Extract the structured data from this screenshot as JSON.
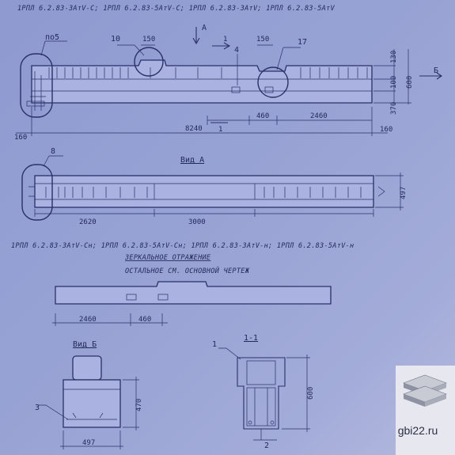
{
  "header_top": "1РПЛ 6.2.83-3АтV-С;   1РПЛ 6.2.83-5АтV-С;   1РПЛ 6.2.83-3АтV;   1РПЛ 6.2.83-5АтV",
  "elevation": {
    "callout_p5": "по5",
    "callout_10": "10",
    "callout_150_left": "150",
    "arrow_a": "А",
    "section_1_top": "1",
    "callout_4": "4",
    "callout_150_right": "150",
    "callout_17": "17",
    "dim_130": "130",
    "dim_100": "100",
    "dim_600": "600",
    "dim_370": "370",
    "label_b": "Б",
    "dim_160_left": "160",
    "dim_8240": "8240",
    "section_1_bottom": "1",
    "dim_460": "460",
    "dim_2460": "2460",
    "dim_160_right": "160"
  },
  "plan_view": {
    "callout_8": "8",
    "title": "Вид А",
    "dim_2620": "2620",
    "dim_3000": "3000",
    "dim_497": "497"
  },
  "header_middle": "1РПЛ 6.2.83-3АтV-Сн;  1РПЛ 6.2.83-5АтV-Сн;   1РПЛ 6.2.83-3АтV-н;   1РПЛ 6.2.83-5АтV-н",
  "mirror_title": "ЗЕРКАЛЬНОЕ  ОТРАЖЕНИЕ",
  "mirror_subtitle": "ОСТАЛЬНОЕ  СМ.  ОСНОВНОЙ  ЧЕРТЕЖ",
  "mirror_view": {
    "dim_2460": "2460",
    "dim_460": "460"
  },
  "view_b": {
    "title": "Вид Б",
    "callout_3": "3",
    "dim_470": "470",
    "dim_497": "497"
  },
  "section_11": {
    "title": "1-1",
    "callout_1": "1",
    "dim_600": "600",
    "callout_2": "2"
  },
  "watermark": "gbi22.ru",
  "colors": {
    "paper": "#97a2d4",
    "ink": "#23295a",
    "logo_bg": "#e7e8ef"
  }
}
